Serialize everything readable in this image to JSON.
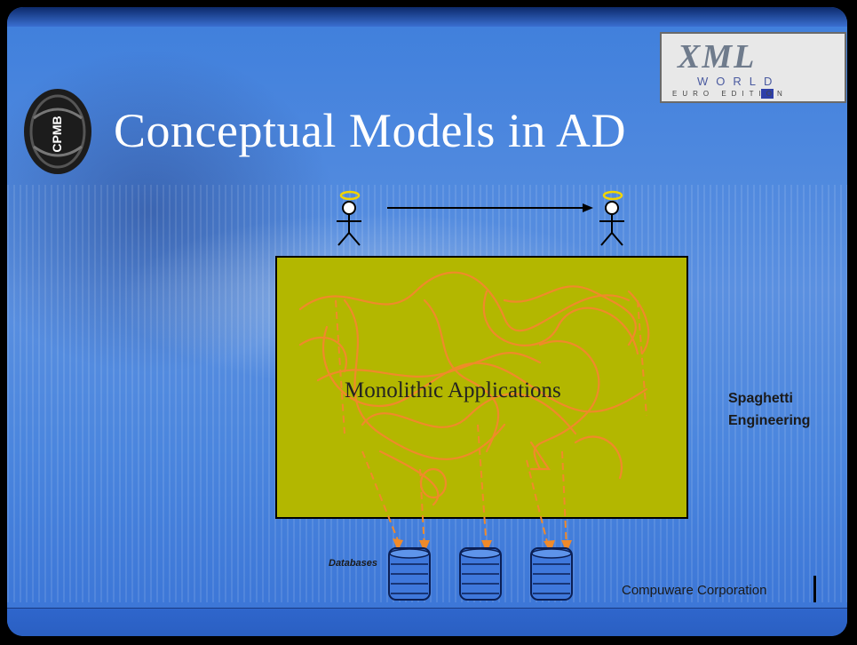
{
  "slide": {
    "title": "Conceptual Models in AD",
    "app_label": "Monolithic Applications",
    "spaghetti_label": "Spaghetti\nEngineering",
    "databases_label": "Databases",
    "corporation_label": "Compuware Corporation"
  },
  "logos": {
    "left_badge_text": "CPMB",
    "xml_world": {
      "line1": "XML",
      "line2": "WORLD",
      "line3": "EURO EDITION"
    }
  },
  "colors": {
    "background": "#4a86de",
    "app_box": "#b3b700",
    "spaghetti": "#f08a2a",
    "database": "#3f78dc"
  },
  "icons": [
    "stick-figure-angel-icon",
    "arrow-icon",
    "database-icon"
  ]
}
